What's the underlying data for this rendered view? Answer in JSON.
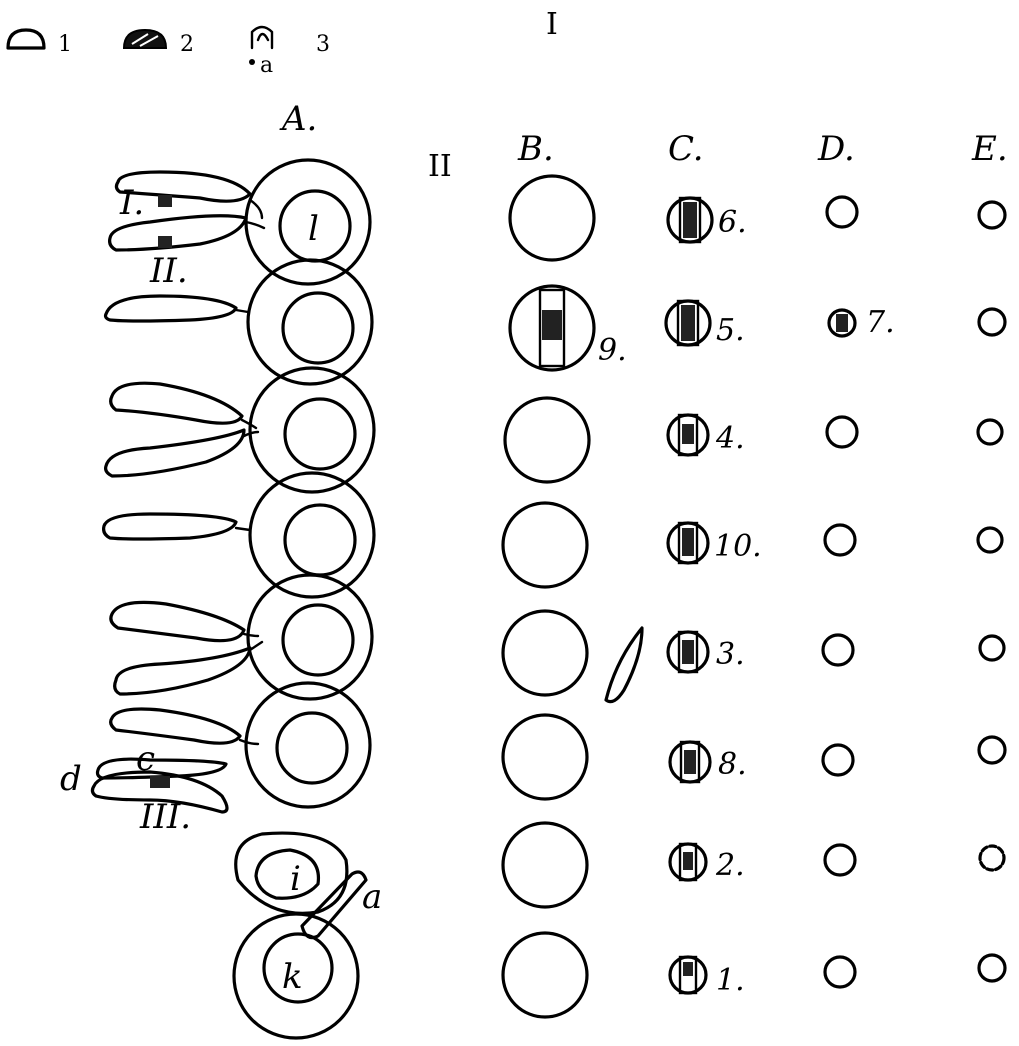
{
  "legend": {
    "items": [
      {
        "label": "1",
        "icon": "open-dome-icon"
      },
      {
        "label": "2",
        "icon": "hatched-dome-icon"
      },
      {
        "label": "3",
        "icon": "ornament-icon",
        "sub": "a"
      }
    ]
  },
  "figure_labels": {
    "part1": "I",
    "part2": "II"
  },
  "columns": {
    "A": "A.",
    "B": "B.",
    "C": "C.",
    "D": "D.",
    "E": "E."
  },
  "column_a": {
    "bars": [
      "I.",
      "II.",
      "III."
    ],
    "marks": {
      "c": "c",
      "d": "d",
      "a": "a",
      "i": "i",
      "l": "l",
      "k": "k"
    }
  },
  "column_b": {
    "labels": [
      "",
      "9.",
      "",
      "",
      "",
      "",
      "",
      ""
    ]
  },
  "column_c": {
    "labels": [
      "6.",
      "5.",
      "4.",
      "10.",
      "3.",
      "8.",
      "2.",
      "1."
    ]
  },
  "column_d": {
    "labels": [
      "",
      "7.",
      "",
      "",
      "",
      "",
      "",
      ""
    ]
  }
}
